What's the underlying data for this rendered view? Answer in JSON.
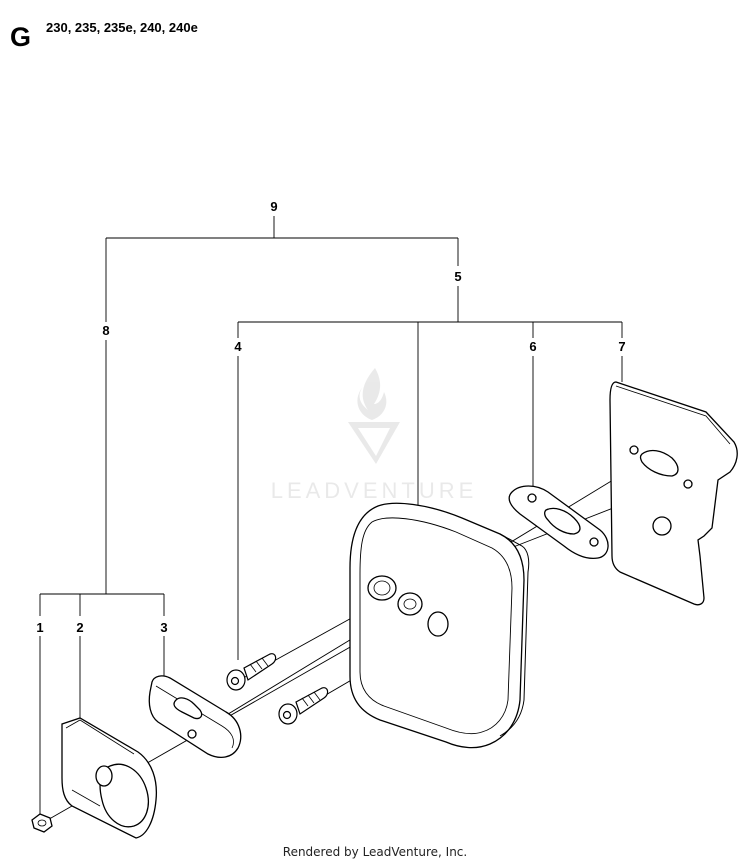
{
  "header": {
    "section_letter": "G",
    "models": "230, 235, 235e, 240, 240e"
  },
  "watermark": {
    "text": "LEADVENTURE"
  },
  "callouts": [
    {
      "id": "1",
      "label": "1"
    },
    {
      "id": "2",
      "label": "2"
    },
    {
      "id": "3",
      "label": "3"
    },
    {
      "id": "4",
      "label": "4"
    },
    {
      "id": "5",
      "label": "5"
    },
    {
      "id": "6",
      "label": "6"
    },
    {
      "id": "7",
      "label": "7"
    },
    {
      "id": "8",
      "label": "8"
    },
    {
      "id": "9",
      "label": "9"
    }
  ],
  "footer": {
    "text": "Rendered by LeadVenture, Inc."
  }
}
